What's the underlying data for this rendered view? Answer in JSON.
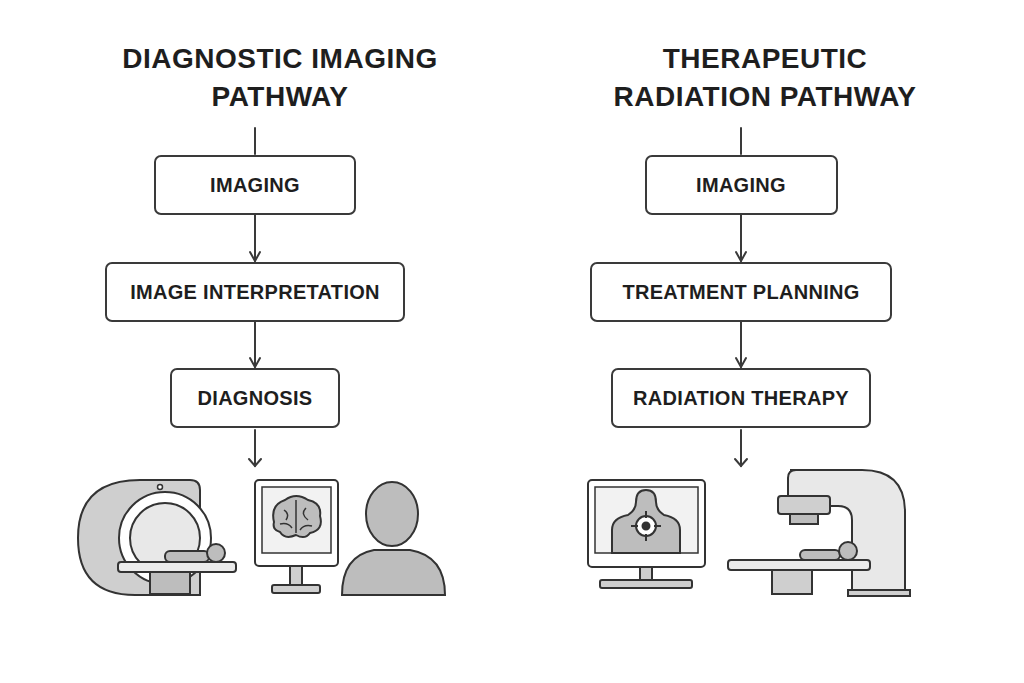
{
  "diagram": {
    "nodes": [
      {
        "text": [
          "IMAGING"
        ]
      },
      {
        "text": [
          "IMAGE INTERPRETATION"
        ]
      },
      {
        "text": [
          "DIAGNOSIS"
        ]
      },
      {
        "text": [
          "IMAGING"
        ]
      },
      {
        "text": [
          "TREATMENT PLANNING"
        ]
      },
      {
        "text": [
          "RADIATION THERAPY"
        ]
      }
    ],
    "edges": [
      {
        "from": 0,
        "to": 1,
        "arrow": "to"
      },
      {
        "from": 1,
        "to": 2,
        "arrow": "to"
      },
      {
        "from": 3,
        "to": 4,
        "arrow": "to"
      },
      {
        "from": 4,
        "to": 5,
        "arrow": "to"
      }
    ],
    "labels": [
      "DIAGNOSTIC IMAGING PATHWAY",
      "THERAPEUTIC RADIATION PATHWAY"
    ]
  }
}
